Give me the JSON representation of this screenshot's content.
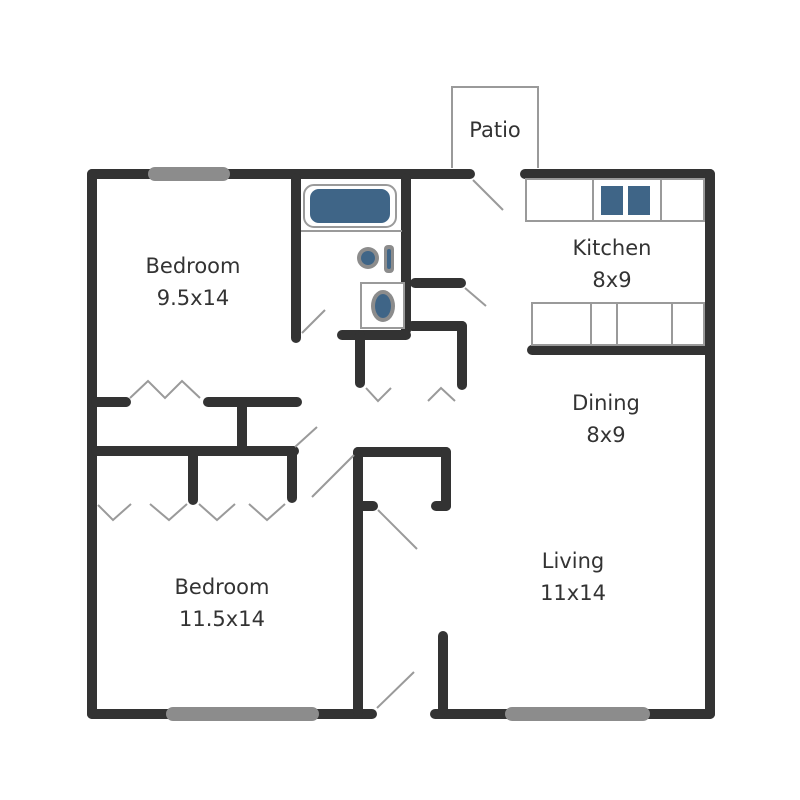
{
  "rooms": {
    "patio": {
      "name": "Patio"
    },
    "bedroom1": {
      "name": "Bedroom",
      "size": "9.5x14"
    },
    "kitchen": {
      "name": "Kitchen",
      "size": "8x9"
    },
    "dining": {
      "name": "Dining",
      "size": "8x9"
    },
    "bedroom2": {
      "name": "Bedroom",
      "size": "11.5x14"
    },
    "living": {
      "name": "Living",
      "size": "11x14"
    }
  },
  "colors": {
    "wall": "#333333",
    "window": "#8c8c8c",
    "fixture": "#3f6587",
    "outline": "#9a9a9a"
  }
}
